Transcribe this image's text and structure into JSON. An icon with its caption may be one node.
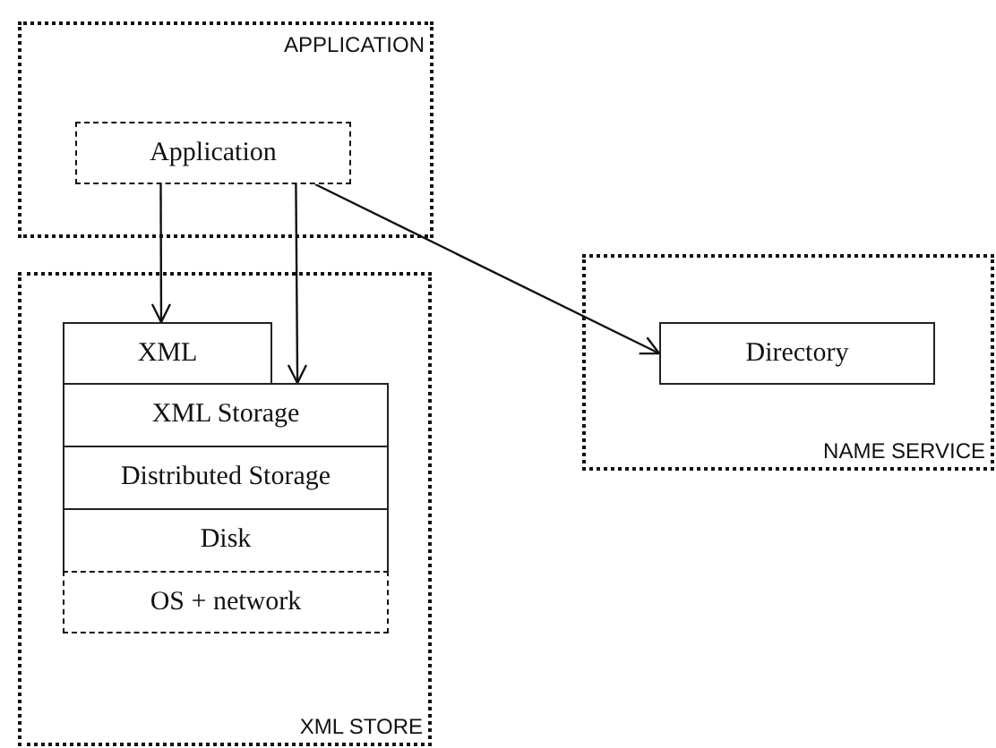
{
  "diagram": {
    "nodes": [
      {
        "text": [
          "APPLICATION"
        ]
      },
      {
        "text": [
          "Application"
        ],
        "in": 0
      },
      {
        "text": [
          "XML STORE"
        ]
      },
      {
        "text": [
          "XML"
        ],
        "in": 2
      },
      {
        "text": [
          "XML Storage"
        ],
        "in": 2
      },
      {
        "text": [
          "Distributed Storage"
        ],
        "in": 2
      },
      {
        "text": [
          "Disk"
        ],
        "in": 2
      },
      {
        "text": [
          "OS + network"
        ],
        "in": 2
      },
      {
        "text": [
          "NAME SERVICE"
        ]
      },
      {
        "text": [
          "Directory"
        ],
        "in": 8
      }
    ],
    "edges": [
      {
        "from": 1,
        "to": 3,
        "arrow": "to"
      },
      {
        "from": 1,
        "to": 4,
        "arrow": "to"
      },
      {
        "from": 1,
        "to": 9,
        "arrow": "to"
      }
    ]
  }
}
